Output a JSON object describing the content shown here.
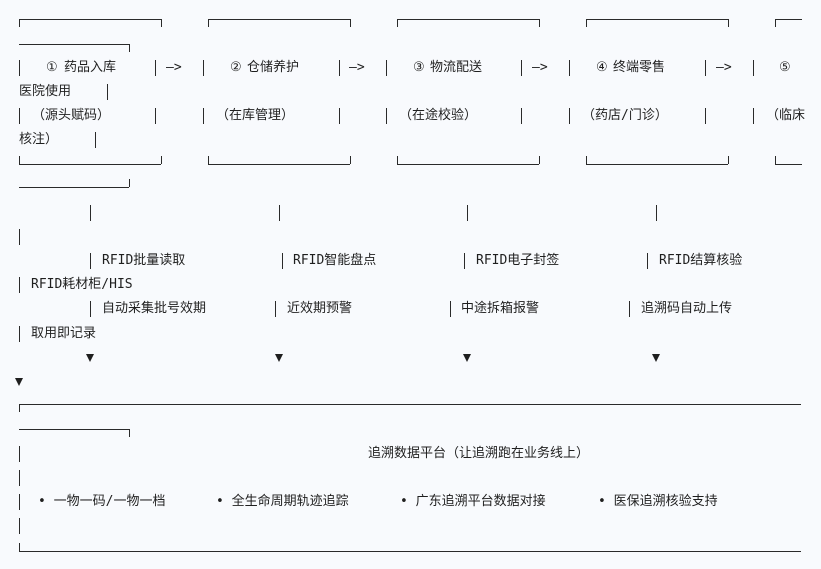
{
  "stages": [
    {
      "num": "①",
      "name": "药品入库",
      "sub": "（源头赋码）",
      "tech": "RFID批量读取",
      "func": "自动采集批号效期"
    },
    {
      "num": "②",
      "name": "仓储养护",
      "sub": "（在库管理）",
      "tech": "RFID智能盘点",
      "func": "近效期预警"
    },
    {
      "num": "③",
      "name": "物流配送",
      "sub": "（在途校验）",
      "tech": "RFID电子封签",
      "func": "中途拆箱报警"
    },
    {
      "num": "④",
      "name": "终端零售",
      "sub": "（药店/门诊）",
      "tech": "RFID结算核验",
      "func": "追溯码自动上传"
    },
    {
      "num": "⑤",
      "name_wrap_head": "",
      "name_wrap_tail": "医院使用",
      "sub_head": "（临床",
      "sub_tail": "核注）",
      "tech": "RFID耗材柜/HIS",
      "func": "取用即记录"
    }
  ],
  "arrow": "—>",
  "platform": {
    "title": "追溯数据平台（让追溯跑在业务线上）",
    "features": [
      "• 一物一码/一物一档",
      "• 全生命周期轨迹追踪",
      "• 广东追溯平台数据对接",
      "• 医保追溯核验支持"
    ]
  }
}
